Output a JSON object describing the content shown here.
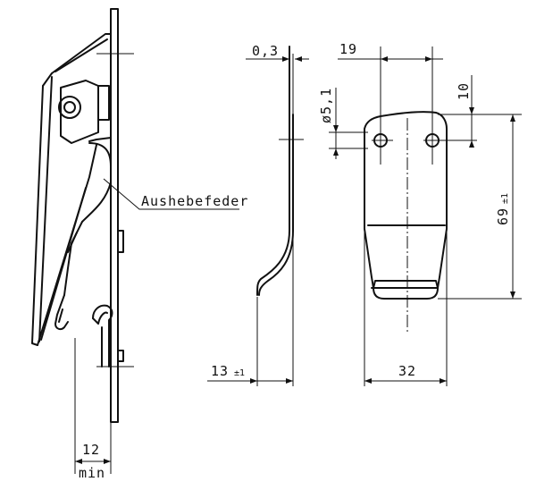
{
  "labels": {
    "part_callout": "Aushebefeder",
    "thickness": "0,3",
    "hole_spacing": "19",
    "hole_diameter": "ø5,1",
    "hole_offset": "10",
    "length_value": "69",
    "length_tol": "±1",
    "offset_value": "13",
    "offset_tol": "±1",
    "width": "32",
    "min_clearance_value": "12",
    "min_clearance_note": "min"
  }
}
